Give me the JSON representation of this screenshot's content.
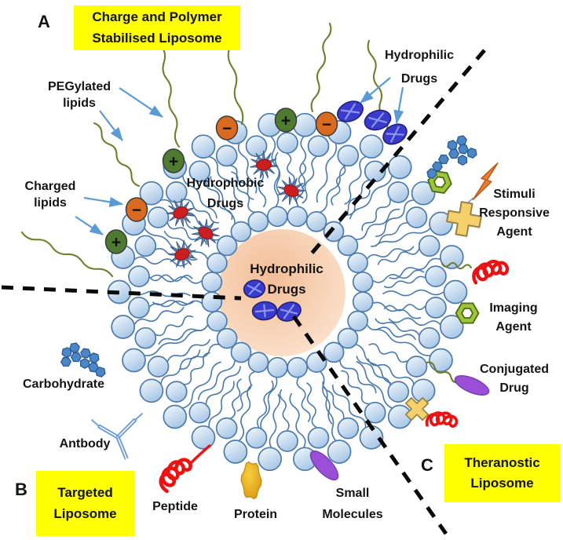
{
  "sections": {
    "a": {
      "letter": "A",
      "title": "Charge and Polymer\nStabilised Liposome"
    },
    "b": {
      "letter": "B",
      "title": "Targeted\nLiposome"
    },
    "c": {
      "letter": "C",
      "title": "Theranostic\nLiposome"
    }
  },
  "labels": {
    "pegylated_lipids": "PEGylated\nlipids",
    "charged_lipids": "Charged\nlipids",
    "hydrophobic_drugs": "Hydrophobic\nDrugs",
    "hydrophilic_drugs_top": "Hydrophilic\nDrugs",
    "hydrophilic_drugs_core": "Hydrophilic\nDrugs",
    "stimuli_responsive_agent": "Stimuli\nResponsive\nAgent",
    "imaging_agent": "Imaging\nAgent",
    "conjugated_drug": "Conjugated\nDrug",
    "carbohydrate": "Carbohydrate",
    "antibody": "Antbody",
    "peptide": "Peptide",
    "protein": "Protein",
    "small_molecules": "Small\nMolecules",
    "plus_symbol": "+",
    "minus_symbol": "−"
  },
  "colors": {
    "highlight_yellow": "#ffff00",
    "label_text": "#141414",
    "arrow_blue": "#5b9bd5",
    "dashed_line": "#0a0a0a",
    "lipid_head_light": "#f5fafd",
    "lipid_head_dark": "#a9c7e6",
    "lipid_outline": "#4d7bac",
    "lipid_tail": "#4a7aad",
    "peg_chain": "#6f7f2e",
    "core_center": "#f2bd96",
    "core_edge": "#fce8d6",
    "charged_negative": "#d96b20",
    "charged_positive": "#4e7b2f",
    "charge_symbol": "#111111",
    "hydrophilic_drug": "#3a3ace",
    "hydrophilic_drug_cross": "#8a97e8",
    "hydrophobic_star": "#5b7fae",
    "hydrophobic_core_red": "#cb1f1f",
    "peptide_red": "#ee1111",
    "protein_gold_light": "#f8cf3e",
    "protein_gold_dark": "#d79310",
    "small_molecule_purple": "#9b4fd8",
    "imaging_hex_green": "#9dc43a",
    "lightning_orange": "#ed7d31",
    "cross_yellow": "#f5d06a",
    "carbohydrate_blue": "#4a86c8",
    "antibody_blue": "#6f9fd8"
  }
}
